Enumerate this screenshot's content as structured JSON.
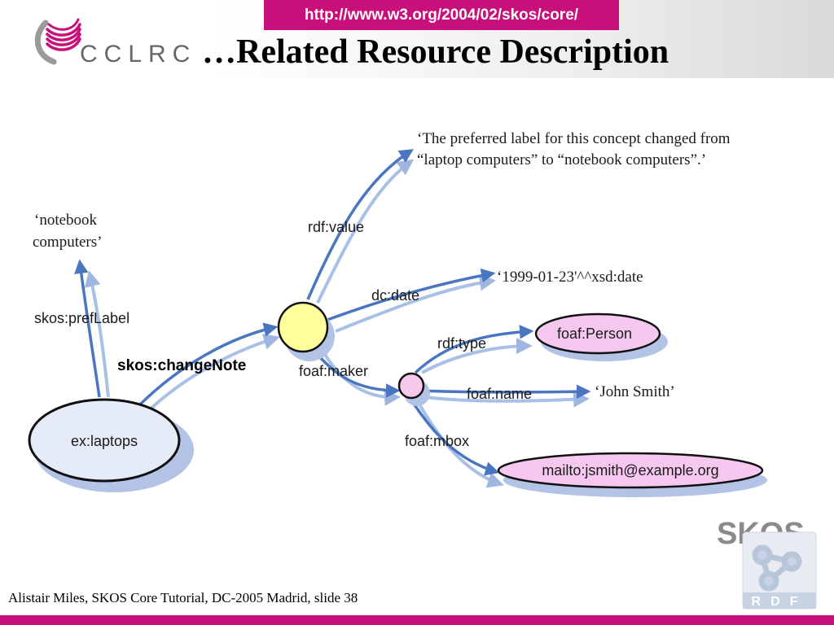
{
  "header": {
    "url": "http://www.w3.org/2004/02/skos/core/",
    "logo_text": "CCLRC",
    "title": "…Related Resource Description"
  },
  "diagram": {
    "nodes": {
      "laptops": "ex:laptops",
      "person": "foaf:Person",
      "mailto": "mailto:jsmith@example.org"
    },
    "edges": {
      "preflabel": "skos:prefLabel",
      "changenote": "skos:changeNote",
      "value": "rdf:value",
      "date": "dc:date",
      "maker": "foaf:maker",
      "type": "rdf:type",
      "name": "foaf:name",
      "mbox": "foaf:mbox"
    },
    "literals": {
      "notebook_line1": "‘notebook",
      "notebook_line2": "computers’",
      "note_line1": "‘The preferred label for this concept changed from",
      "note_line2": "“laptop computers” to “notebook computers”.’",
      "date": "‘1999-01-23'^^xsd:date",
      "john": "‘John Smith’"
    }
  },
  "footer": {
    "citation": "Alistair Miles, SKOS Core Tutorial, DC-2005 Madrid, slide 38"
  },
  "skos_logo": {
    "text": "SKOS",
    "rdf_text": "RDF"
  },
  "colors": {
    "accent": "#c8107a",
    "arrow_dark": "#4a76c0",
    "arrow_light": "#9fb7e0",
    "node_laptops": "#e6ebf8",
    "node_blank_yellow": "#ffff9c",
    "node_blank_pink": "#f6c8ec",
    "node_pink": "#f6c8f0"
  }
}
